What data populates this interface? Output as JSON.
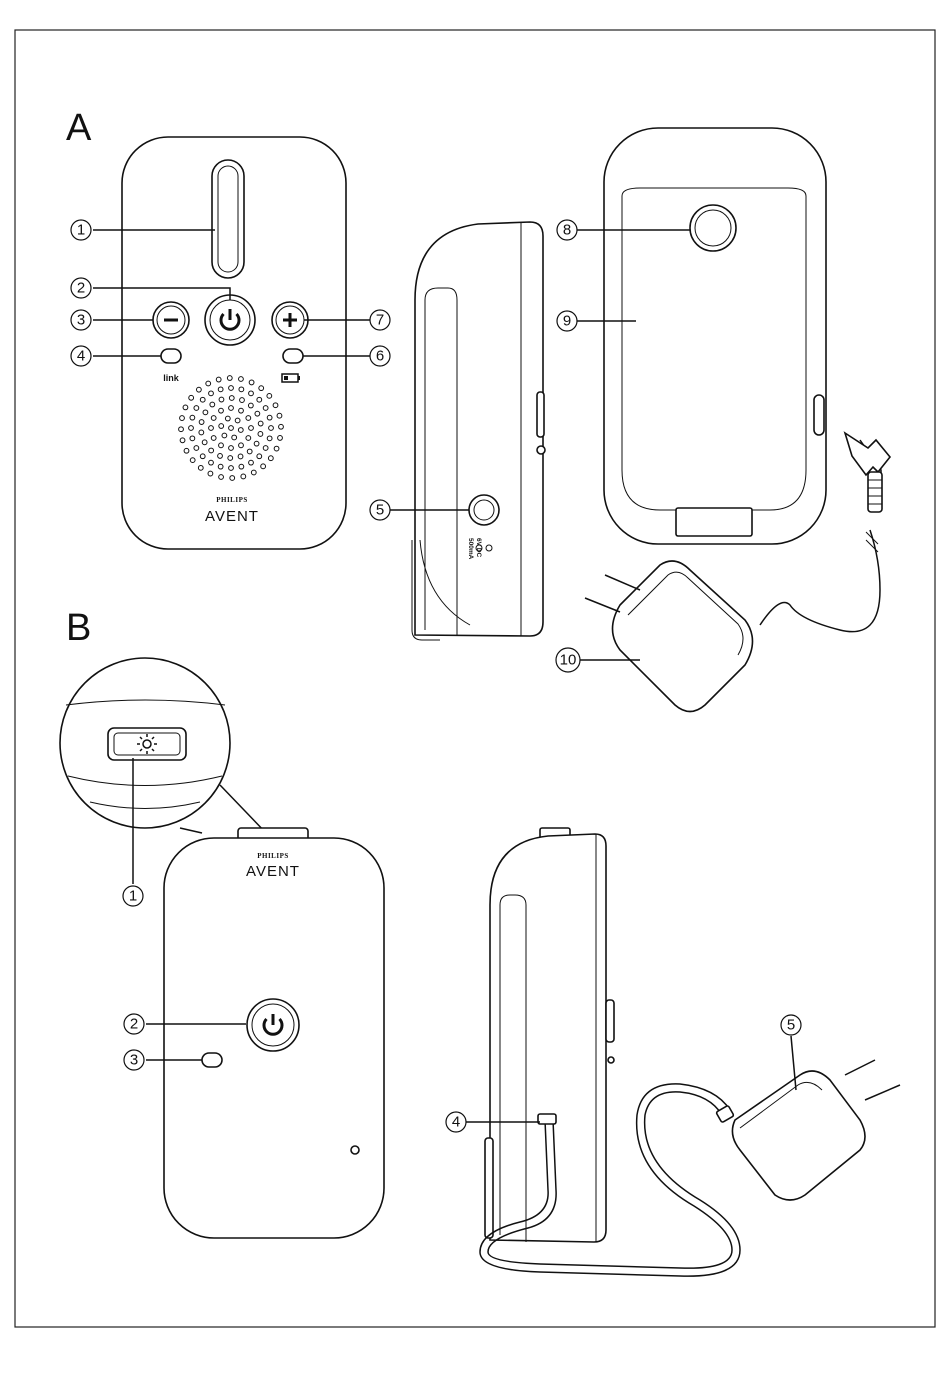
{
  "sections": {
    "a_label": "A",
    "b_label": "B"
  },
  "brand": {
    "maker": "PHILIPS",
    "product": "AVENT"
  },
  "labels": {
    "link": "link",
    "power_spec_line1": "6V DC",
    "power_spec_line2": "500mA"
  },
  "callouts_a": [
    "1",
    "2",
    "3",
    "4",
    "5",
    "6",
    "7",
    "8",
    "9",
    "10"
  ],
  "callouts_b": [
    "1",
    "2",
    "3",
    "4",
    "5"
  ],
  "icons": {
    "power": "power-icon",
    "minus": "minus-icon",
    "plus": "plus-icon",
    "battery": "battery-icon",
    "light": "sun-icon"
  },
  "colors": {
    "line": "#111111",
    "background": "#ffffff"
  }
}
